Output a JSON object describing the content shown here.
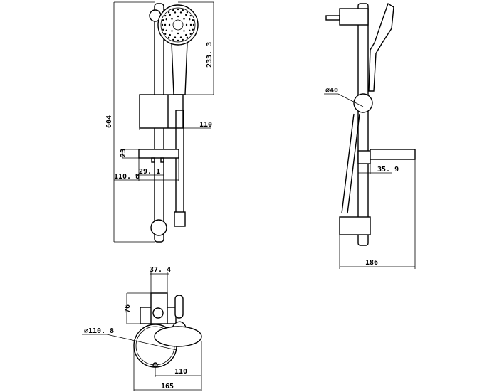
{
  "front_view": {
    "dim_total_height": "604",
    "dim_head_height": "233. 3",
    "dim_bracket_offset": "110",
    "dim_dish_thickness": "23",
    "dim_dish_hole": "29. 1",
    "dim_dish_width": "110. 8"
  },
  "side_view": {
    "dim_ball_dia": "∅40",
    "dim_bracket_depth": "35. 9",
    "dim_total_depth": "186"
  },
  "plan_view": {
    "dim_bracket_width": "37. 4",
    "dim_bracket_height": "76",
    "dim_ring_dia": "∅110. 8",
    "dim_dish_offset": "110",
    "dim_total_width": "165"
  }
}
